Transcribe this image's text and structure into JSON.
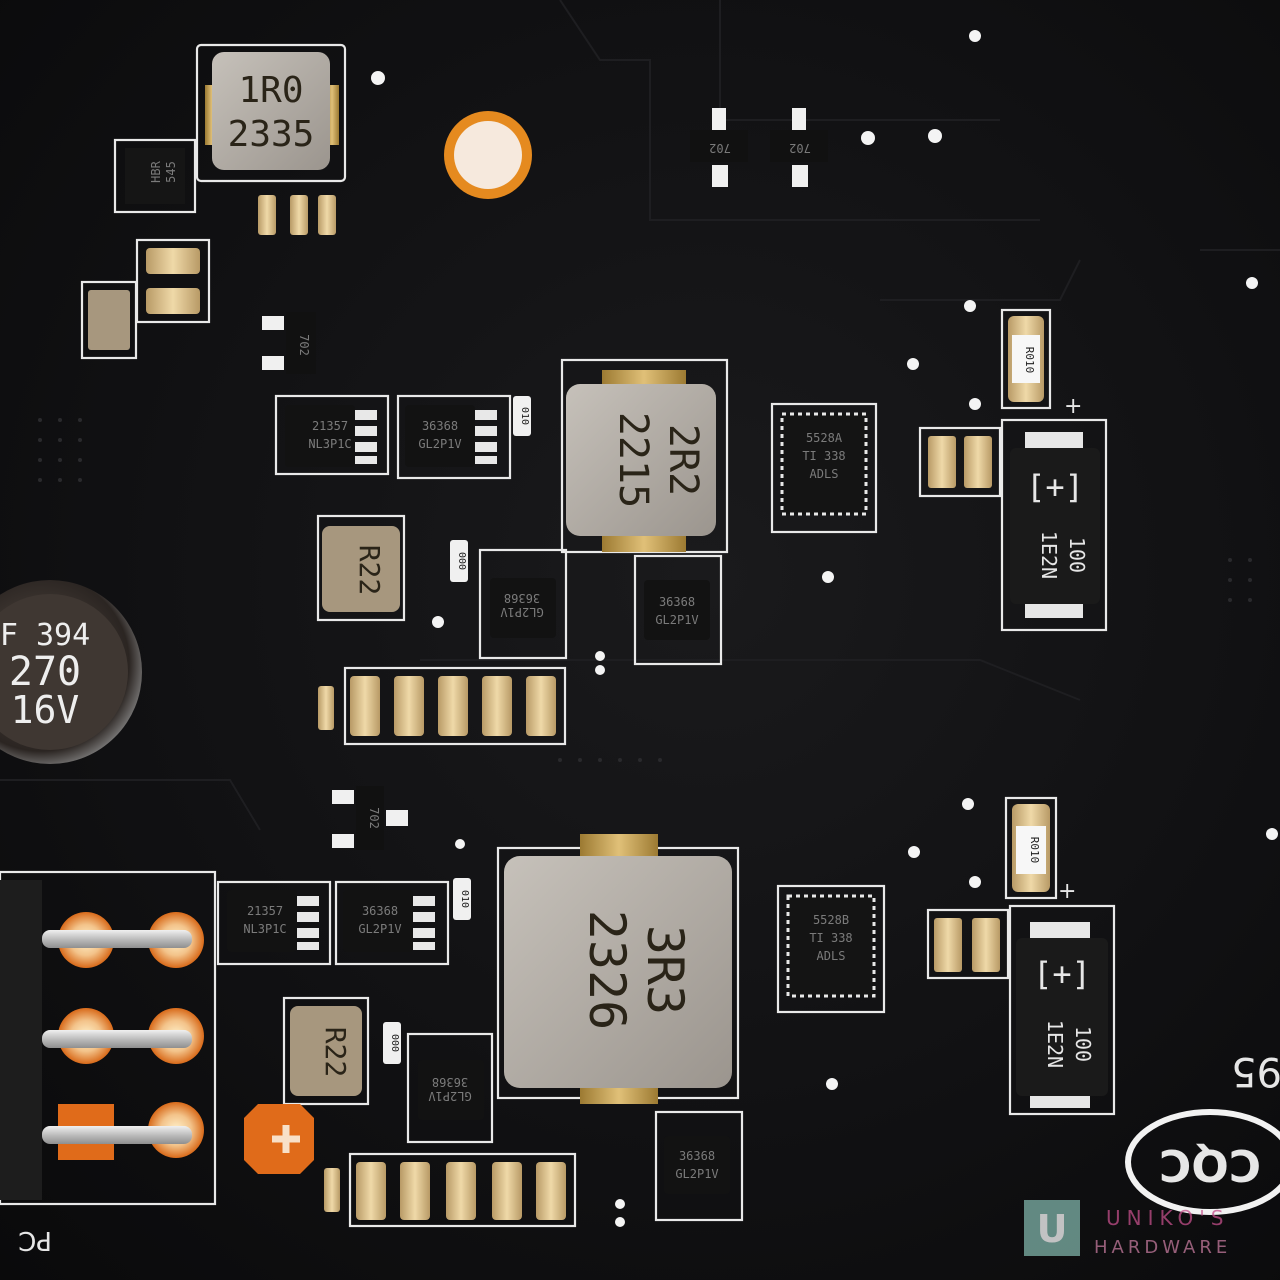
{
  "inductors": {
    "top_left": {
      "line1": "1R0",
      "line2": "2335"
    },
    "middle": {
      "line1": "2R2",
      "line2": "2215"
    },
    "bottom": {
      "line1": "3R3",
      "line2": "2326"
    },
    "small_upper": {
      "text": "R22"
    },
    "small_lower": {
      "text": "R22"
    }
  },
  "capacitor": {
    "line1": "F 394",
    "line2": "270",
    "line3": "16V"
  },
  "polymer_caps": {
    "upper": {
      "symbol": "[+]",
      "line1": "100",
      "line2": "1E2N"
    },
    "lower": {
      "symbol": "[+]",
      "line1": "100",
      "line2": "1E2N"
    }
  },
  "mosfets": {
    "m1": {
      "line1": "21357",
      "line2": "NL3P1C"
    },
    "m2": {
      "line1": "36368",
      "line2": "GL2P1V"
    },
    "m3": {
      "line1": "36368",
      "line2": "GL2P1V"
    },
    "m4": {
      "line1": "36368",
      "line2": "GL2P1V"
    },
    "m5": {
      "line1": "21357",
      "line2": "NL3P1C"
    },
    "m6": {
      "line1": "36368",
      "line2": "GL2P1V"
    },
    "m7": {
      "line1": "36368",
      "line2": "GL2P1V"
    },
    "m8": {
      "line1": "36368",
      "line2": "GL2P1V"
    }
  },
  "controllers": {
    "upper": {
      "line1": "5528A",
      "line2": "TI 338",
      "line3": "ADLS"
    },
    "lower": {
      "line1": "5528B",
      "line2": "TI 338",
      "line3": "ADLS"
    }
  },
  "transistors": {
    "label": "702"
  },
  "resistors": {
    "r010": "R010",
    "r000": "000",
    "r010b": "010"
  },
  "small_chip": {
    "line1": "HBR",
    "line2": "545"
  },
  "markings": {
    "plus": "+",
    "number95": "95",
    "pc": "PC",
    "cqc": "CQC"
  },
  "watermark": {
    "brand": "UNIKO'S",
    "sub": "HARDWARE",
    "badge": "U"
  },
  "colors": {
    "pcb": "#111113",
    "silkscreen": "#e9e9e9",
    "pad_gold": "#c8a24a",
    "copper": "#d86a1a",
    "inductor": "#a9a39c"
  }
}
